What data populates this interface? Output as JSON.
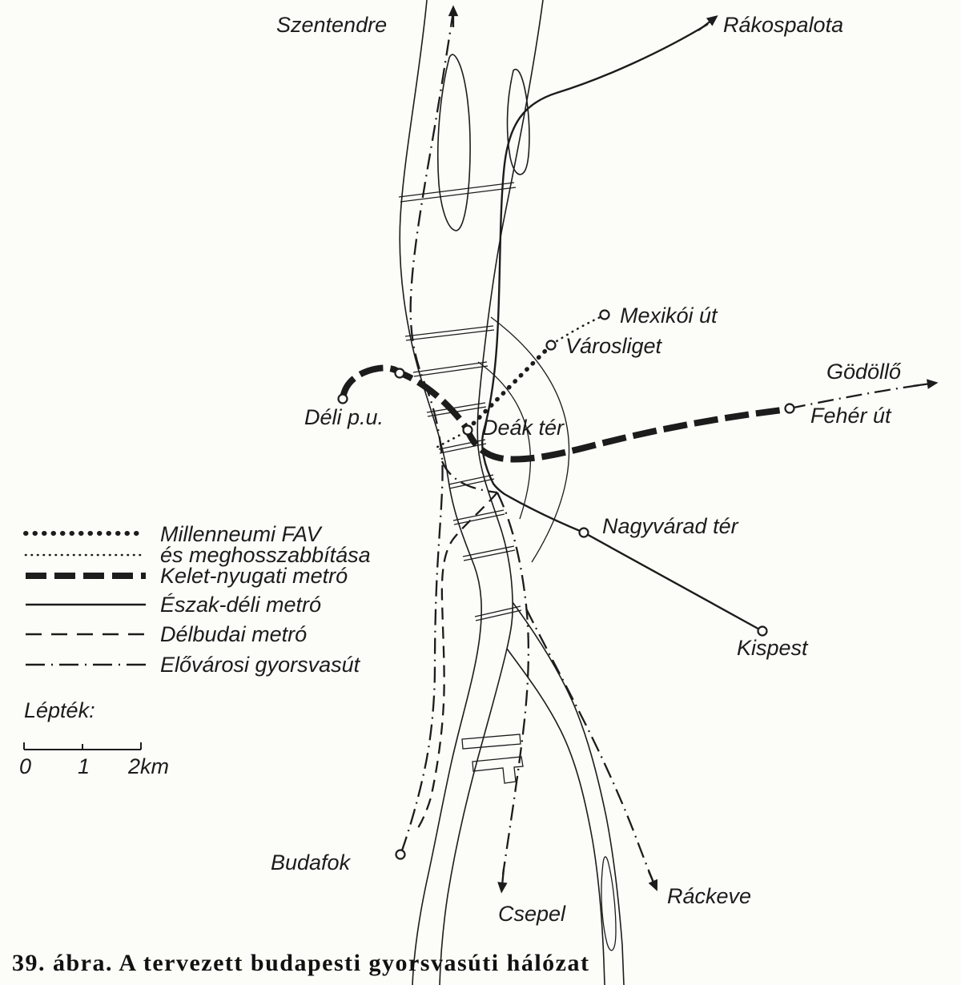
{
  "figure": {
    "caption": "39. ábra. A tervezett budapesti gyorsvasúti hálózat"
  },
  "places": {
    "szentendre": "Szentendre",
    "rakospalota": "Rákospalota",
    "mexikoi_ut": "Mexikói út",
    "varosliget": "Városliget",
    "godollo": "Gödöllő",
    "feher_ut": "Fehér út",
    "deli_pu": "Déli p.u.",
    "deak_ter": "Deák tér",
    "nagyvarad_ter": "Nagyvárad tér",
    "kispest": "Kispest",
    "budafok": "Budafok",
    "csepel": "Csepel",
    "rackeve": "Ráckeve"
  },
  "legend": {
    "items": [
      {
        "label": "Millenneumi FAV",
        "sublabel": "és meghosszabbítása",
        "style": "dotted"
      },
      {
        "label": "Kelet-nyugati metró",
        "style": "thick-dashed"
      },
      {
        "label": "Észak-déli metró",
        "style": "solid"
      },
      {
        "label": "Délbudai metró",
        "style": "dashed"
      },
      {
        "label": "Elővárosi gyorsvasút",
        "style": "dash-dot"
      }
    ]
  },
  "scale": {
    "label": "Lépték:",
    "ticks": [
      "0",
      "1",
      "2km"
    ]
  },
  "colors": {
    "ink": "#1c1c1c",
    "paper": "#fcfcf9"
  }
}
